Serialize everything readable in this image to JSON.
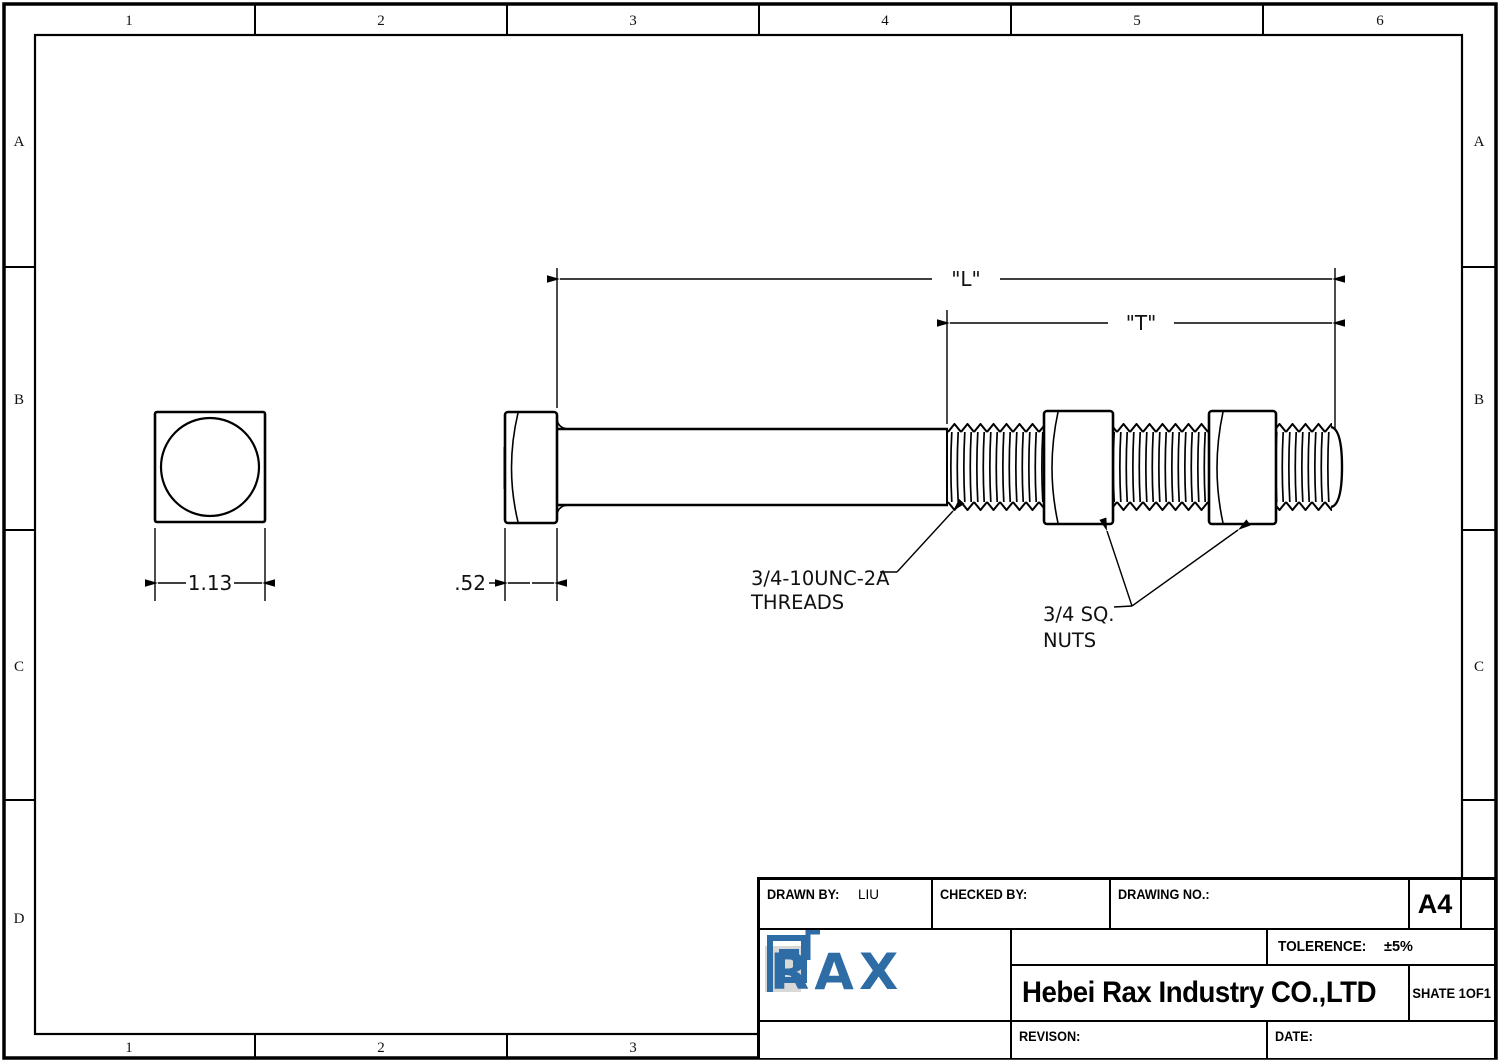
{
  "frame": {
    "top_labels": [
      "1",
      "2",
      "3",
      "4",
      "5",
      "6"
    ],
    "bottom_labels": [
      "1",
      "2",
      "3"
    ],
    "left_labels": [
      "A",
      "B",
      "C",
      "D"
    ],
    "right_labels": [
      "A",
      "B",
      "C"
    ]
  },
  "drawing": {
    "dim_head_width": "1.13",
    "dim_head_height": ".52",
    "dim_length": "\"L\"",
    "dim_thread_length": "\"T\"",
    "note_threads_line1": "3/4-10UNC-2A",
    "note_threads_line2": "THREADS",
    "note_nuts_line1": "3/4 SQ.",
    "note_nuts_line2": "NUTS"
  },
  "title_block": {
    "drawn_by_label": "DRAWN BY:",
    "drawn_by_value": "LIU",
    "checked_by_label": "CHECKED BY:",
    "drawing_no_label": "DRAWING NO.:",
    "paper_size": "A4",
    "tolerance_label": "TOLERENCE:",
    "tolerance_value": "±5%",
    "company": "Hebei Rax Industry CO.,LTD",
    "sheet": "SHATE 1OF1",
    "revision_label": "REVISON:",
    "date_label": "DATE:",
    "logo_text": "RAX",
    "logo_color": "#2e6ca6",
    "logo_gray": "#d8d8d8"
  }
}
